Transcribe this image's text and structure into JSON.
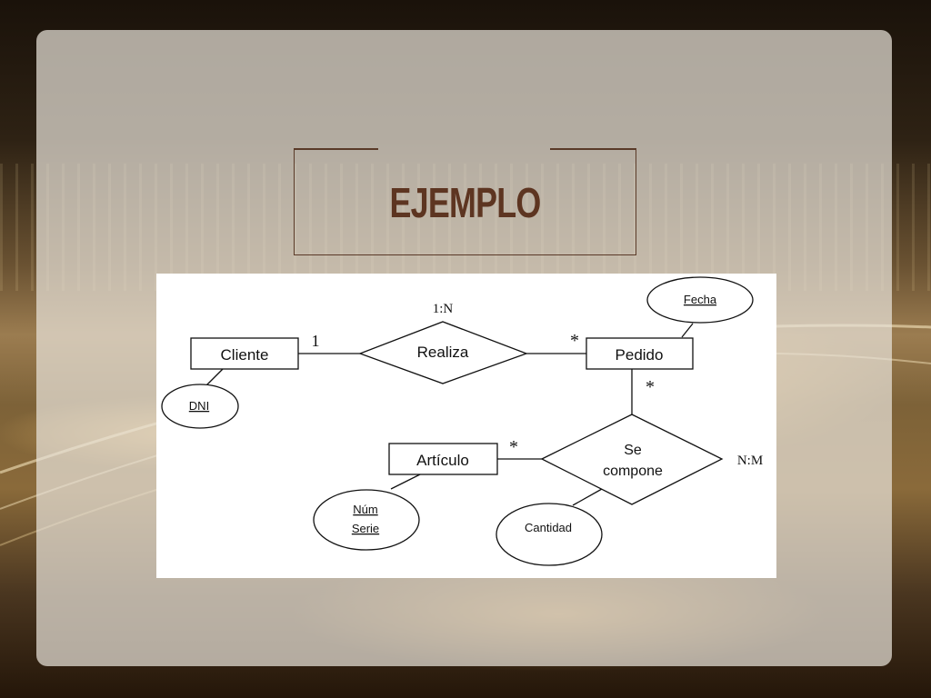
{
  "slide": {
    "title": "EJEMPLO"
  },
  "diagram": {
    "entities": {
      "cliente": "Cliente",
      "pedido": "Pedido",
      "articulo": "Artículo"
    },
    "relationships": {
      "realiza": "Realiza",
      "se_compone_line1": "Se",
      "se_compone_line2": "compone"
    },
    "attributes": {
      "fecha": "Fecha",
      "dni": "DNI",
      "num_serie_line1": "Núm",
      "num_serie_line2": "Serie",
      "cantidad": "Cantidad"
    },
    "cardinalities": {
      "realiza_ratio": "1:N",
      "cliente_side": "1",
      "pedido_side": "*",
      "pedido_compone_side": "*",
      "articulo_side": "*",
      "compone_ratio": "N:M"
    }
  }
}
